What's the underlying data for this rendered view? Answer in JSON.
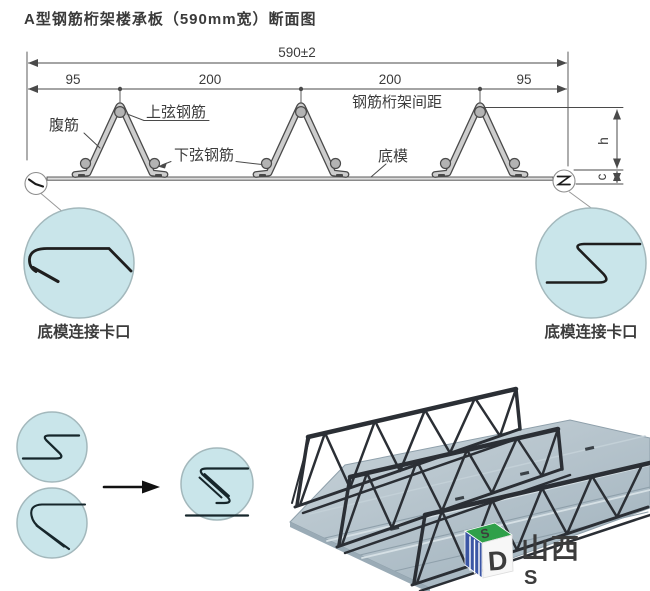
{
  "diagram": {
    "title": "A型钢筋桁架楼承板（590mm宽）断面图",
    "dimensions": {
      "overall_width": "590±2",
      "edge_left": "95",
      "spacing_1": "200",
      "spacing_2": "200",
      "edge_right": "95",
      "truss_height": "h",
      "form_height": "c"
    },
    "labels": {
      "web_rebar": "腹筋",
      "top_chord_rebar": "上弦钢筋",
      "bottom_chord_rebar": "下弦钢筋",
      "truss_spacing": "钢筋桁架间距",
      "bottom_form": "底模"
    },
    "detail_left_caption": "底模连接卡口",
    "detail_right_caption": "底模连接卡口"
  },
  "watermark": {
    "brand_text": "山西",
    "brand_subtext": "S",
    "logo_letter_d": "D",
    "logo_letter_s": "S"
  },
  "colors": {
    "line": "#4a4a4a",
    "steel_light": "#cdcdcd",
    "rebar_fill": "#b3b3b3",
    "detail_fill": "#c9e5ea",
    "detail_stroke": "#a3b8bc",
    "deck_3d": "#9aabb6",
    "truss_3d": "#2b2f35",
    "logo_green": "#2fa04a",
    "logo_blue": "#3b56a5",
    "logo_red": "#d8251d"
  }
}
